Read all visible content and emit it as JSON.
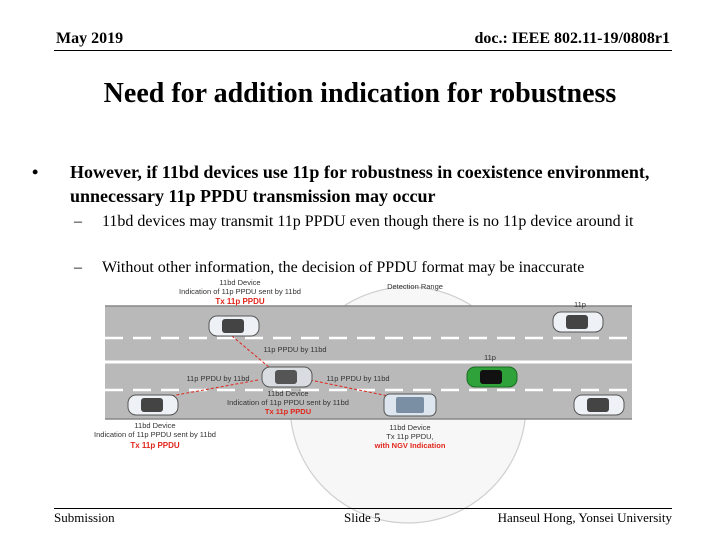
{
  "header": {
    "date": "May 2019",
    "doc_id": "doc.: IEEE 802.11-19/0808r1"
  },
  "slide": {
    "title": "Need for addition indication for robustness",
    "bullet": "However, if 11bd devices use 11p for robustness in coexistence environment, unnecessary 11p PPDU transmission may occur",
    "sub_bullets": [
      "11bd devices may transmit 11p PPDU even though there is no 11p device around it",
      "Without other information, the decision of PPDU format may be inaccurate"
    ]
  },
  "figure": {
    "detection_range_label": "Detection Range",
    "top_left_device_lines": [
      "11bd Device",
      "Indication of 11p PPDU sent by 11bd"
    ],
    "top_left_tx": "Tx 11p PPDU",
    "top_right_label": "11p",
    "arrow_label_mid": "11p PPDU by 11bd",
    "center_right_label": "11p",
    "left_arrow_label": "11p PPDU by 11bd",
    "right_arrow_label": "11p PPDU by 11bd",
    "center_device_lines": [
      "11bd Device",
      "Indication of 11p PPDU sent by 11bd"
    ],
    "center_tx": "Tx 11p PPDU",
    "bottom_left_device_lines": [
      "11bd Device",
      "Indication of 11p PPDU sent by 11bd"
    ],
    "bottom_left_tx": "Tx 11p PPDU",
    "bottom_center_device_lines": [
      "11bd Device",
      "Tx 11p PPDU,"
    ],
    "bottom_center_ngv": "with NGV Indication",
    "colors": {
      "road": "#b9b9b9",
      "tx_red": "#e0261c",
      "car_green": "#2fa33a",
      "car_white": "#eef2f6"
    }
  },
  "footer": {
    "left": "Submission",
    "center": "Slide 5",
    "right": "Hanseul Hong, Yonsei University"
  }
}
